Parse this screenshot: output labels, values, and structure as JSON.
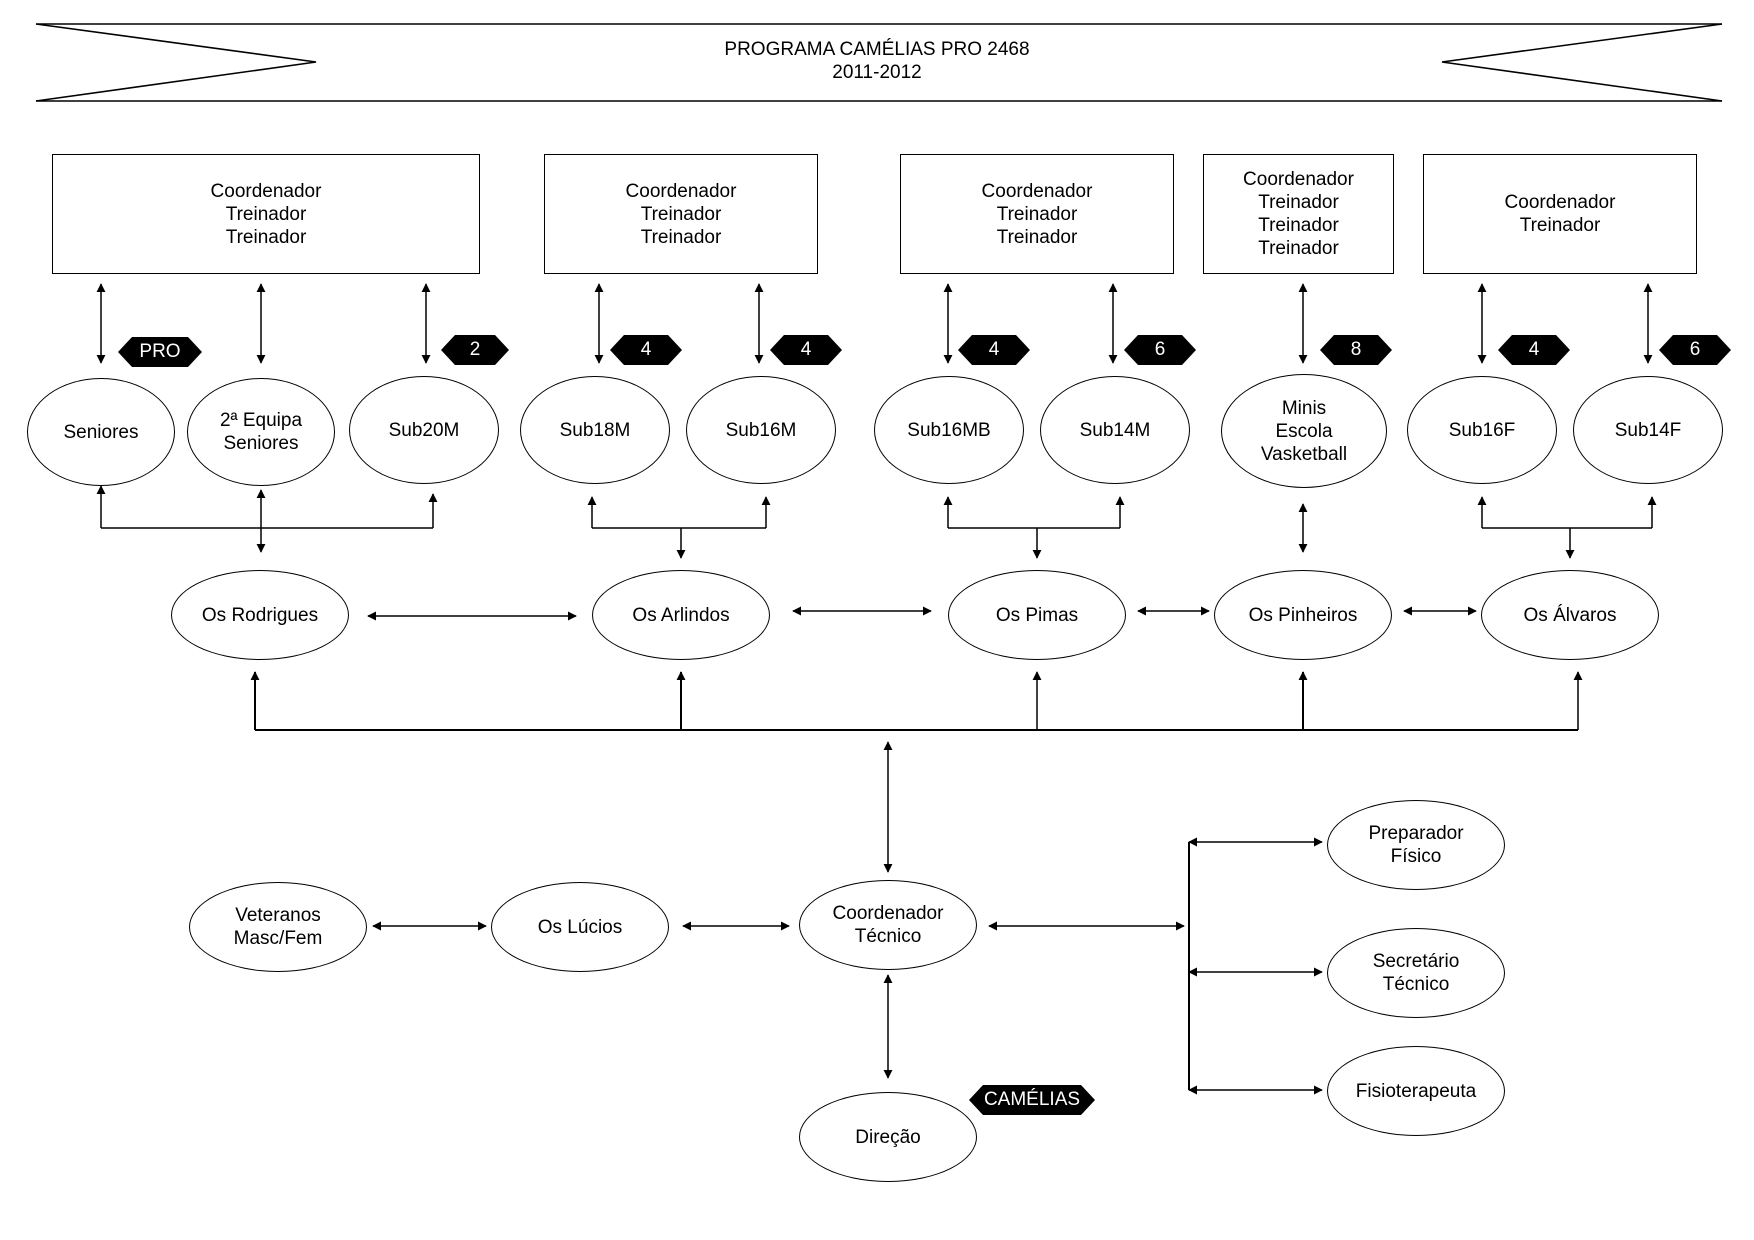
{
  "header": {
    "line1": "PROGRAMA CAMÉLIAS PRO 2468",
    "line2": "2011-2012"
  },
  "staff_boxes": [
    {
      "lines": [
        "Coordenador",
        "Treinador",
        "Treinador"
      ]
    },
    {
      "lines": [
        "Coordenador",
        "Treinador",
        "Treinador"
      ]
    },
    {
      "lines": [
        "Coordenador",
        "Treinador",
        "Treinador"
      ]
    },
    {
      "lines": [
        "Coordenador",
        "Treinador",
        "Treinador",
        "Treinador"
      ]
    },
    {
      "lines": [
        "Coordenador",
        "Treinador"
      ]
    }
  ],
  "teams": [
    {
      "lines": [
        "Seniores"
      ]
    },
    {
      "lines": [
        "2ª Equipa",
        "Seniores"
      ]
    },
    {
      "lines": [
        "Sub20M"
      ]
    },
    {
      "lines": [
        "Sub18M"
      ]
    },
    {
      "lines": [
        "Sub16M"
      ]
    },
    {
      "lines": [
        "Sub16MB"
      ]
    },
    {
      "lines": [
        "Sub14M"
      ]
    },
    {
      "lines": [
        "Minis",
        "Escola",
        "Vasketball"
      ]
    },
    {
      "lines": [
        "Sub16F"
      ]
    },
    {
      "lines": [
        "Sub14F"
      ]
    }
  ],
  "badges": [
    "PRO",
    "2",
    "4",
    "4",
    "4",
    "6",
    "8",
    "4",
    "6",
    "CAMÉLIAS"
  ],
  "groups": [
    {
      "lines": [
        "Os Rodrigues"
      ]
    },
    {
      "lines": [
        "Os Arlindos"
      ]
    },
    {
      "lines": [
        "Os Pimas"
      ]
    },
    {
      "lines": [
        "Os Pinheiros"
      ]
    },
    {
      "lines": [
        "Os Álvaros"
      ]
    }
  ],
  "lower": {
    "veteranos": [
      "Veteranos",
      "Masc/Fem"
    ],
    "lucios": [
      "Os Lúcios"
    ],
    "coordenador": [
      "Coordenador",
      "Técnico"
    ],
    "direcao": [
      "Direção"
    ]
  },
  "support": [
    {
      "lines": [
        "Preparador",
        "Físico"
      ]
    },
    {
      "lines": [
        "Secretário",
        "Técnico"
      ]
    },
    {
      "lines": [
        "Fisioterapeuta"
      ]
    }
  ]
}
